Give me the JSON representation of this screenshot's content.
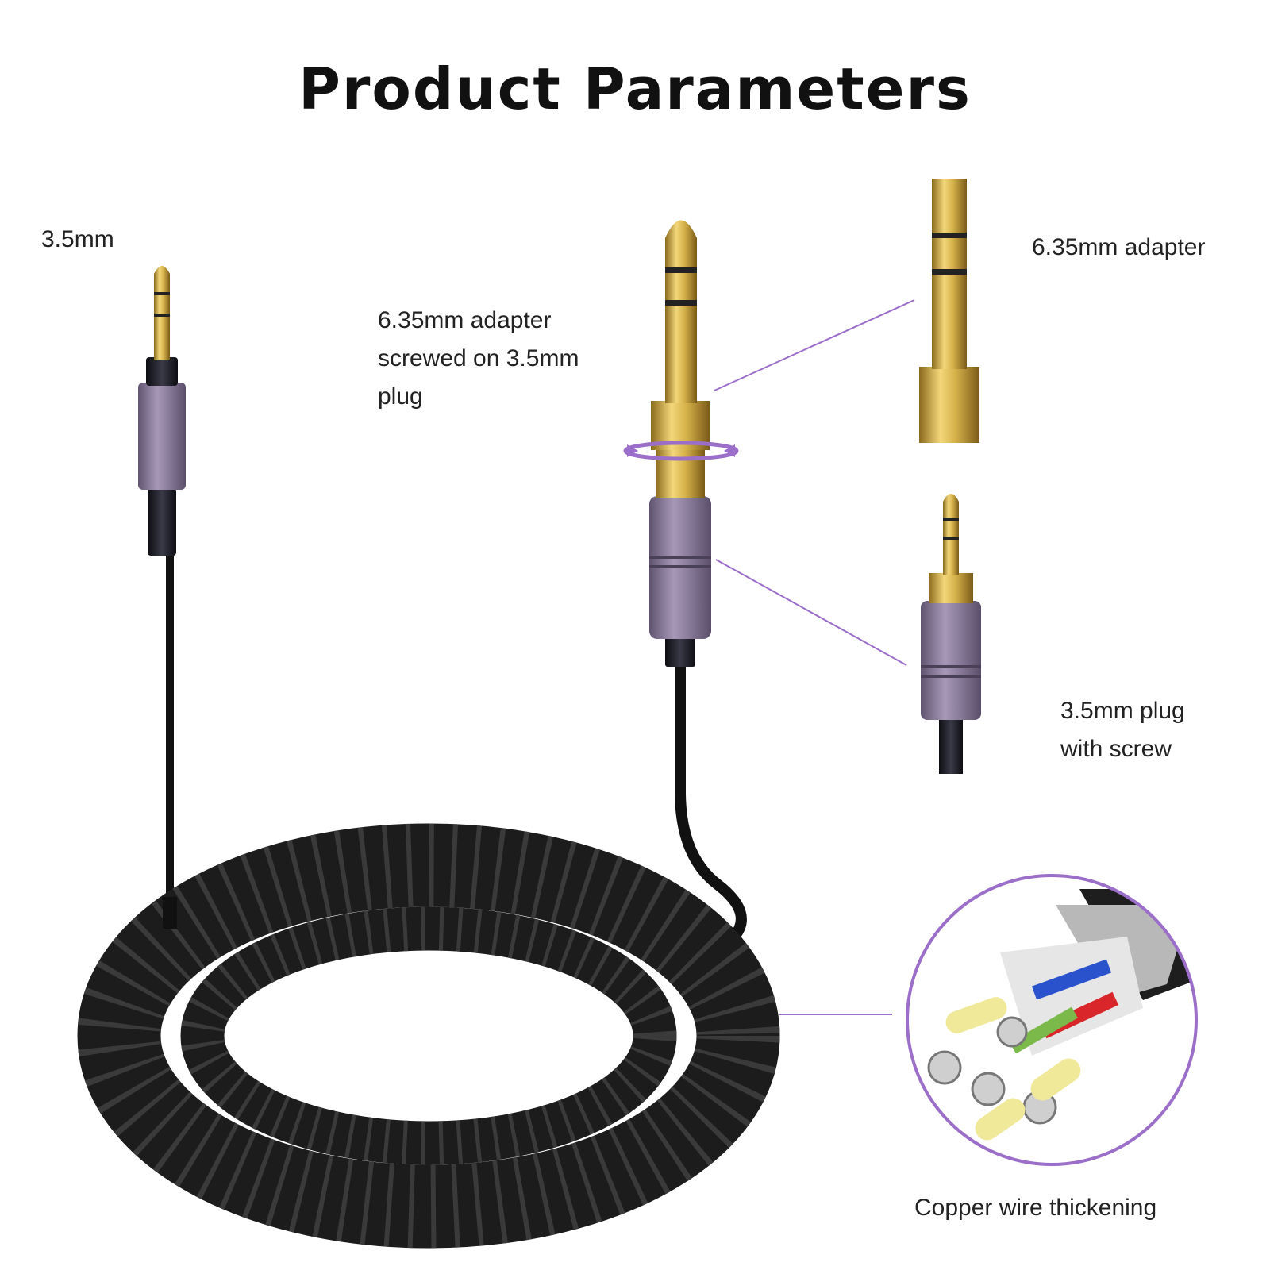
{
  "title": "Product Parameters",
  "labels": {
    "plug_35": "3.5mm",
    "adapter_screwed_line1": "6.35mm adapter",
    "adapter_screwed_line2": "screwed on 3.5mm",
    "adapter_screwed_line3": "plug",
    "adapter_635": "6.35mm adapter",
    "plug_screw_line1": "3.5mm plug",
    "plug_screw_line2": "with screw",
    "copper": "Copper wire thickening"
  },
  "colors": {
    "accent": "#9b6fc9",
    "connector_body": "#8a7a9a",
    "gold": "#d6b24a",
    "cable": "#1c1c1c"
  }
}
